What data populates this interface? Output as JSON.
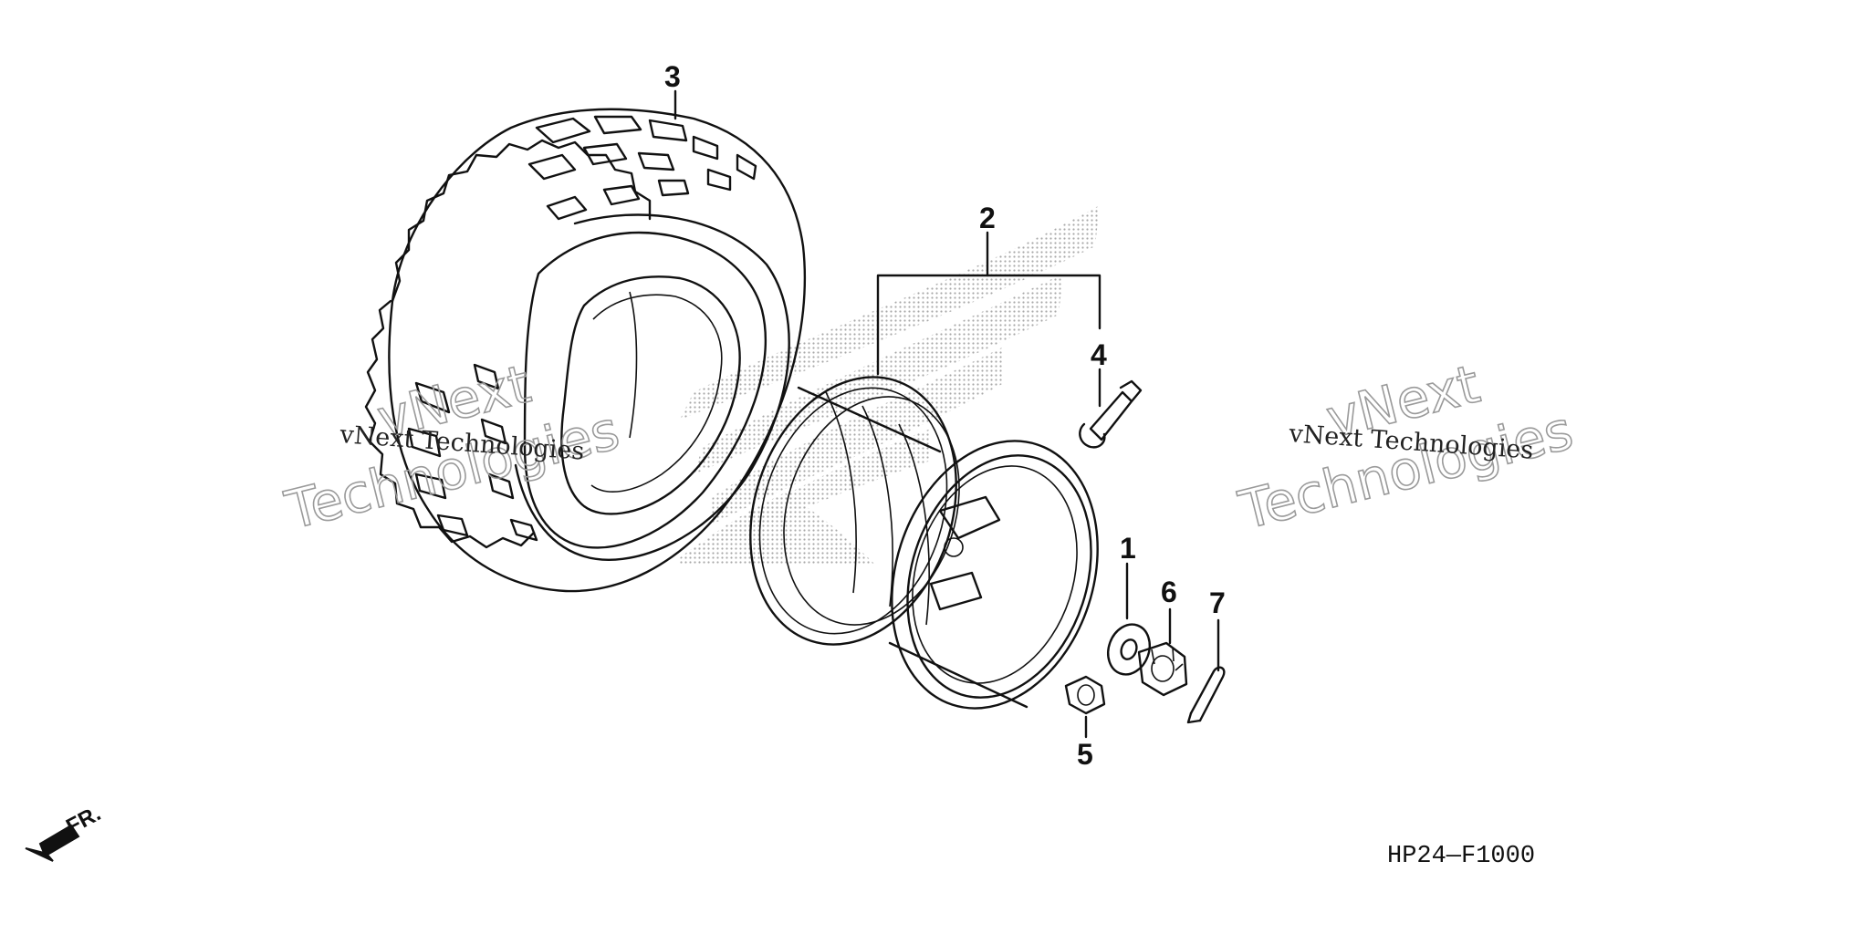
{
  "callouts": [
    {
      "id": "1",
      "label": "1"
    },
    {
      "id": "2",
      "label": "2"
    },
    {
      "id": "3",
      "label": "3"
    },
    {
      "id": "4",
      "label": "4"
    },
    {
      "id": "5",
      "label": "5"
    },
    {
      "id": "6",
      "label": "6"
    },
    {
      "id": "7",
      "label": "7"
    }
  ],
  "diagram_code": "HP24—F1000",
  "direction_label": "FR.",
  "watermarks": {
    "small_text": "vNext Technologies",
    "big_line1": "vNext",
    "big_line2": "Technologies"
  },
  "colors": {
    "ink": "#111111",
    "background": "#ffffff",
    "watermark_gray": "#9a9a9a",
    "logo_stipple": "#b0b0b0"
  }
}
